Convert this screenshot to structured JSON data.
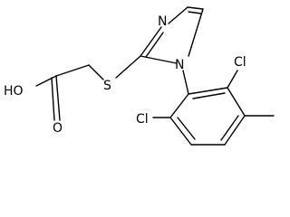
{
  "molecule": {
    "atoms": {
      "hydroxyl": "HO",
      "carbonyl_oxygen": "O",
      "sulfur": "S",
      "imidazole_n3": "N",
      "imidazole_n1": "N",
      "chlorine_2": "Cl",
      "chlorine_6": "Cl"
    },
    "colors": {
      "bond": "#000000",
      "label": "#000000",
      "background": "#ffffff"
    }
  }
}
